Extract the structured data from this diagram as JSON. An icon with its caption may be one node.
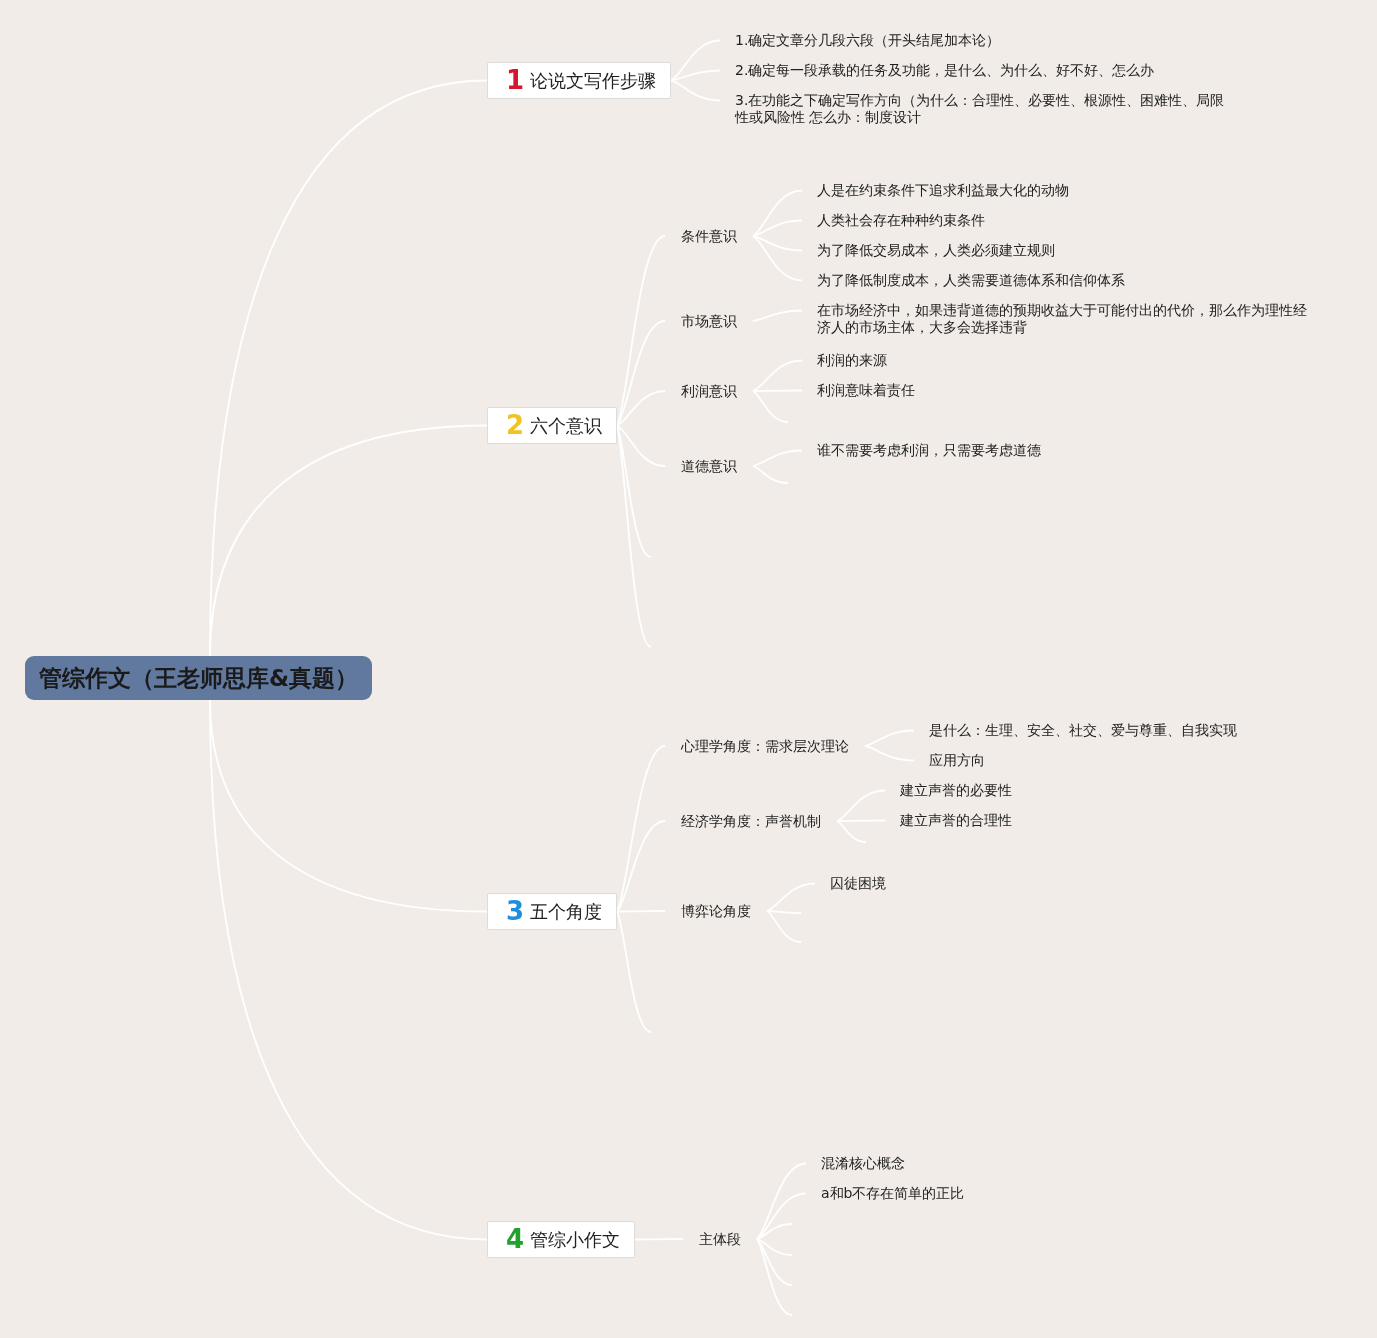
{
  "diagram": {
    "nodes": [
      {
        "text": [
          "管综作文（王老师思库&真题）"
        ]
      },
      {
        "text": [
          "1",
          "论说文写作步骤"
        ]
      },
      {
        "text": [
          "1.确定文章分几段六段（开头结尾加本论）"
        ]
      },
      {
        "text": [
          "2.确定每一段承载的任务及功能，是什么、为什么、好不好、怎么办"
        ]
      },
      {
        "text": [
          "3.在功能之下确定写作方向（为什么：合理性、必要性、根源性、困难性、局限性或风险性 怎么办：制度设计"
        ]
      },
      {
        "text": [
          "2",
          "六个意识"
        ]
      },
      {
        "text": [
          "条件意识"
        ]
      },
      {
        "text": [
          "人是在约束条件下追求利益最大化的动物"
        ]
      },
      {
        "text": [
          "人类社会存在种种约束条件"
        ]
      },
      {
        "text": [
          "为了降低交易成本，人类必须建立规则"
        ]
      },
      {
        "text": [
          "为了降低制度成本，人类需要道德体系和信仰体系"
        ]
      },
      {
        "text": [
          "市场意识"
        ]
      },
      {
        "text": [
          "在市场经济中，如果违背道德的预期收益大于可能付出的代价，那么作为理性经济人的市场主体，大多会选择违背"
        ]
      },
      {
        "text": [
          "利润意识"
        ]
      },
      {
        "text": [
          "利润的来源"
        ]
      },
      {
        "text": [
          "利润意味着责任"
        ]
      },
      {
        "text": [
          "道德意识"
        ]
      },
      {
        "text": [
          "谁不需要考虑利润，只需要考虑道德"
        ]
      },
      {
        "text": [
          "3",
          "五个角度"
        ]
      },
      {
        "text": [
          "心理学角度：需求层次理论"
        ]
      },
      {
        "text": [
          "是什么：生理、安全、社交、爱与尊重、自我实现"
        ]
      },
      {
        "text": [
          "应用方向"
        ]
      },
      {
        "text": [
          "经济学角度：声誉机制"
        ]
      },
      {
        "text": [
          "建立声誉的必要性"
        ]
      },
      {
        "text": [
          "建立声誉的合理性"
        ]
      },
      {
        "text": [
          "博弈论角度"
        ]
      },
      {
        "text": [
          "囚徒困境"
        ]
      },
      {
        "text": [
          "4",
          "管综小作文"
        ]
      },
      {
        "text": [
          "主体段"
        ]
      },
      {
        "text": [
          "混淆核心概念"
        ]
      },
      {
        "text": [
          "a和b不存在简单的正比"
        ]
      }
    ],
    "edges": [
      {
        "from": 0,
        "to": 1,
        "arrow": "none"
      },
      {
        "from": 0,
        "to": 5,
        "arrow": "none"
      },
      {
        "from": 0,
        "to": 18,
        "arrow": "none"
      },
      {
        "from": 0,
        "to": 27,
        "arrow": "none"
      },
      {
        "from": 1,
        "to": 2,
        "arrow": "none"
      },
      {
        "from": 1,
        "to": 3,
        "arrow": "none"
      },
      {
        "from": 1,
        "to": 4,
        "arrow": "none"
      },
      {
        "from": 5,
        "to": 6,
        "arrow": "none"
      },
      {
        "from": 5,
        "to": 11,
        "arrow": "none"
      },
      {
        "from": 5,
        "to": 13,
        "arrow": "none"
      },
      {
        "from": 5,
        "to": 16,
        "arrow": "none"
      },
      {
        "from": 5,
        "to": null,
        "arrow": "none"
      },
      {
        "from": 5,
        "to": null,
        "arrow": "none"
      },
      {
        "from": 6,
        "to": 7,
        "arrow": "none"
      },
      {
        "from": 6,
        "to": 8,
        "arrow": "none"
      },
      {
        "from": 6,
        "to": 9,
        "arrow": "none"
      },
      {
        "from": 6,
        "to": 10,
        "arrow": "none"
      },
      {
        "from": 11,
        "to": 12,
        "arrow": "none"
      },
      {
        "from": 13,
        "to": 14,
        "arrow": "none"
      },
      {
        "from": 13,
        "to": 15,
        "arrow": "none"
      },
      {
        "from": 13,
        "to": null,
        "arrow": "none"
      },
      {
        "from": 16,
        "to": 17,
        "arrow": "none"
      },
      {
        "from": 16,
        "to": null,
        "arrow": "none"
      },
      {
        "from": 18,
        "to": 19,
        "arrow": "none"
      },
      {
        "from": 18,
        "to": 22,
        "arrow": "none"
      },
      {
        "from": 18,
        "to": 25,
        "arrow": "none"
      },
      {
        "from": 18,
        "to": null,
        "arrow": "none"
      },
      {
        "from": 19,
        "to": 20,
        "arrow": "none"
      },
      {
        "from": 19,
        "to": 21,
        "arrow": "none"
      },
      {
        "from": 22,
        "to": 23,
        "arrow": "none"
      },
      {
        "from": 22,
        "to": 24,
        "arrow": "none"
      },
      {
        "from": 22,
        "to": null,
        "arrow": "none"
      },
      {
        "from": 25,
        "to": 26,
        "arrow": "none"
      },
      {
        "from": 25,
        "to": null,
        "arrow": "none"
      },
      {
        "from": 25,
        "to": null,
        "arrow": "none"
      },
      {
        "from": 27,
        "to": 28,
        "arrow": "none"
      },
      {
        "from": 28,
        "to": 29,
        "arrow": "none"
      },
      {
        "from": 28,
        "to": 30,
        "arrow": "none"
      },
      {
        "from": 28,
        "to": null,
        "arrow": "none"
      },
      {
        "from": 28,
        "to": null,
        "arrow": "none"
      },
      {
        "from": 28,
        "to": null,
        "arrow": "none"
      },
      {
        "from": 28,
        "to": null,
        "arrow": "none"
      }
    ]
  }
}
